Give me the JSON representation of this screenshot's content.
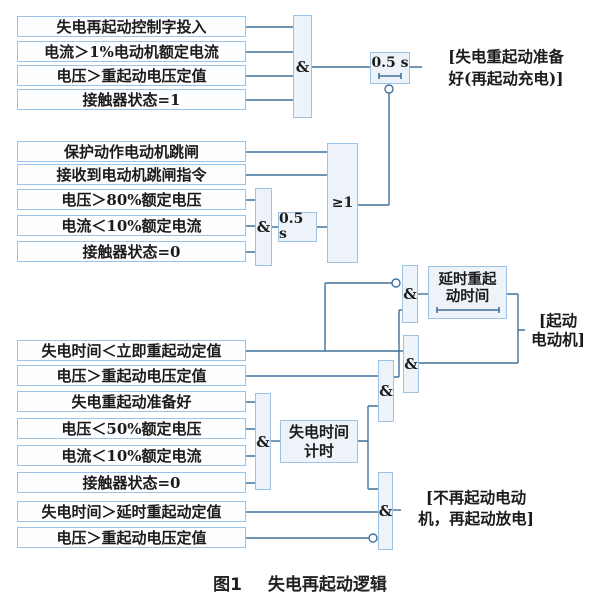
{
  "figure": {
    "label": "图1",
    "title": "失电再起动逻辑"
  },
  "colors": {
    "wire": "#41719c",
    "box_border": "#9cc2e5",
    "box_fill": "#fdfeff",
    "gate_fill": "#eef3fa",
    "text": "#1b1b1b"
  },
  "inputs": {
    "group1": [
      "失电再起动控制字投入",
      "电流＞1%电动机额定电流",
      "电压＞重起动电压定值",
      "接触器状态=1"
    ],
    "group2": [
      "保护动作电动机跳闸",
      "接收到电动机跳闸指令",
      "电压＞80%额定电压",
      "电流＜10%额定电流",
      "接触器状态=0"
    ],
    "group3": [
      "失电时间＜立即重起动定值",
      "电压＞重起动电压定值",
      "失电重起动准备好",
      "电压＜50%额定电压",
      "电流＜10%额定电流",
      "接触器状态=0",
      "失电时间＞延时重起动定值",
      "电压＞重起动电压定值"
    ]
  },
  "gates": {
    "and_sym": "&",
    "or_sym": "≥1"
  },
  "timers": {
    "t1": "0.5 s",
    "t2": "0.5 s",
    "delay_line1": "延时重起",
    "delay_line2": "动时间",
    "counter_line1": "失电时间",
    "counter_line2": "计时"
  },
  "outputs": {
    "ready_line1": "[失电重起动准备",
    "ready_line2": "好(再起动充电)]",
    "start_line1": "[起动",
    "start_line2": "电动机]",
    "norestart_line1": "[不再起动电动",
    "norestart_line2": "机，再起动放电]"
  }
}
